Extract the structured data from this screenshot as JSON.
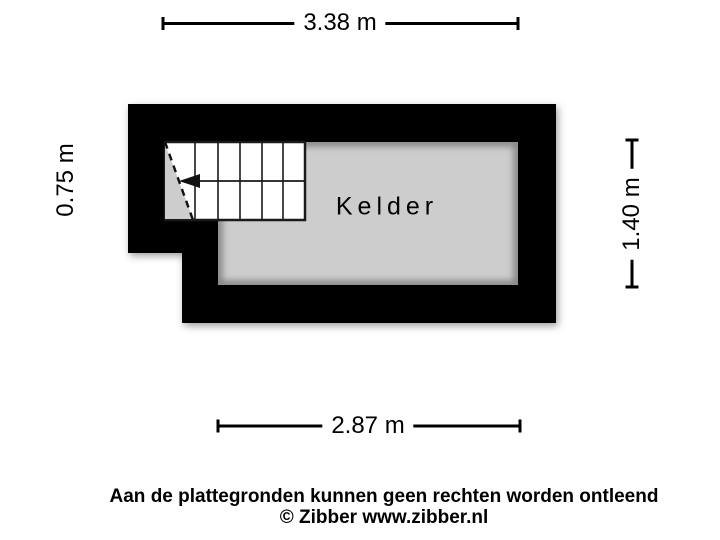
{
  "plan": {
    "room_label": "Kelder",
    "dimensions": {
      "top": "3.38 m",
      "left": "0.75 m",
      "right": "1.40 m",
      "bottom": "2.87 m"
    },
    "colors": {
      "wall": "#000000",
      "floor": "#cdcdcd",
      "background": "#ffffff",
      "dimension_line": "#000000"
    }
  },
  "footer": {
    "disclaimer": "Aan de plattegronden kunnen geen rechten worden ontleend",
    "copyright": "© Zibber www.zibber.nl"
  }
}
